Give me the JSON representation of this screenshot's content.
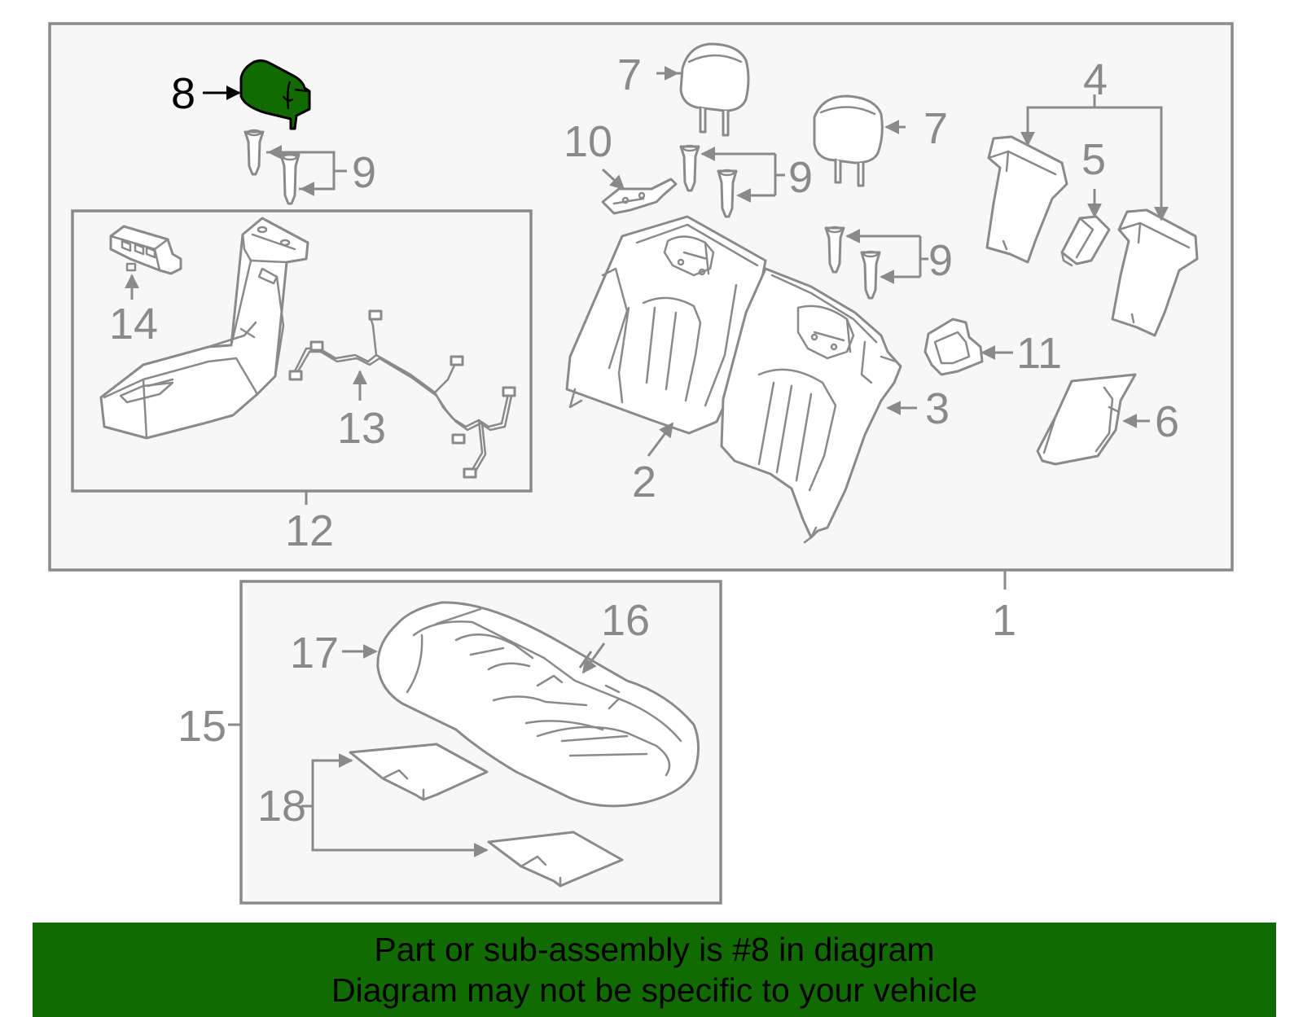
{
  "colors": {
    "highlight": "#126b00",
    "line_gray": "#8a8a8a",
    "box_fill": "#f7f7f7",
    "banner_bg": "#126b00",
    "banner_text": "#000000"
  },
  "callouts": {
    "c1": "1",
    "c2": "2",
    "c3": "3",
    "c4": "4",
    "c5": "5",
    "c6": "6",
    "c7a": "7",
    "c7b": "7",
    "c8": "8",
    "c9a": "9",
    "c9b": "9",
    "c9c": "9",
    "c10": "10",
    "c11": "11",
    "c12": "12",
    "c13": "13",
    "c14": "14",
    "c15": "15",
    "c16": "16",
    "c17": "17",
    "c18": "18"
  },
  "highlighted_part": "8",
  "banner": {
    "line1": "Part or sub-assembly is #8 in diagram",
    "line2": "Diagram may not be specific to your vehicle"
  }
}
